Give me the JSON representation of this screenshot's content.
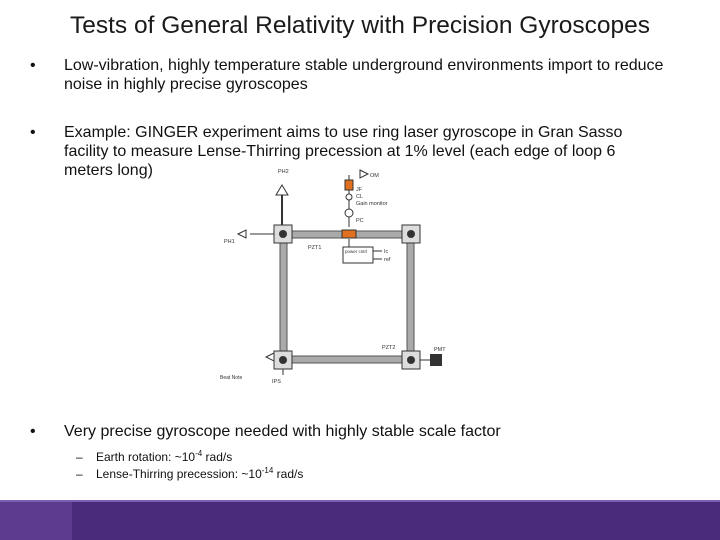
{
  "slide": {
    "title": "Tests of General Relativity with Precision Gyroscopes",
    "bullets": [
      "Low-vibration, highly temperature stable underground environments import to reduce noise in highly precise gyroscopes",
      "Example: GINGER experiment aims to use ring laser gyroscope in Gran Sasso facility to measure Lense-Thirring precession at 1% level (each edge of loop 6 meters long)",
      "Very precise gyroscope needed with highly stable scale factor"
    ],
    "bullet_marker": "•",
    "sub_dash": "–",
    "sub_bullets": [
      {
        "prefix": "Earth rotation: ~10",
        "exp": "-4",
        "suffix": " rad/s"
      },
      {
        "prefix": "Lense-Thirring precession: ~10",
        "exp": "-14",
        "suffix": " rad/s"
      }
    ]
  },
  "diagram": {
    "labels": {
      "ph2": "PH2",
      "om": "OM",
      "jf": "JF",
      "cl": "CL",
      "gain_monitor": "Gain monitor",
      "pc": "PC",
      "ph1": "PH1",
      "pzt1": "PZT1",
      "power_cntrl": "power cntrl",
      "ic": "Ic",
      "ref": "ref",
      "pzt2": "PZT2",
      "pmt": "PMT",
      "beat_note": "Beat Note",
      "ips": "IPS"
    }
  }
}
